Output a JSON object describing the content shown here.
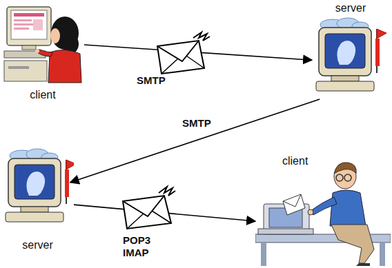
{
  "diagram": {
    "nodes": [
      {
        "text": [
          "client"
        ]
      },
      {
        "text": [
          "server"
        ]
      },
      {
        "text": [
          "server"
        ]
      },
      {
        "text": [
          "client"
        ]
      }
    ],
    "edges": [
      {
        "from": 0,
        "to": 1,
        "arrow": "to",
        "label": "SMTP"
      },
      {
        "from": 1,
        "to": 2,
        "arrow": "to",
        "label": "SMTP"
      },
      {
        "from": 2,
        "to": 3,
        "arrow": "to",
        "label": "POP3 IMAP"
      }
    ]
  }
}
